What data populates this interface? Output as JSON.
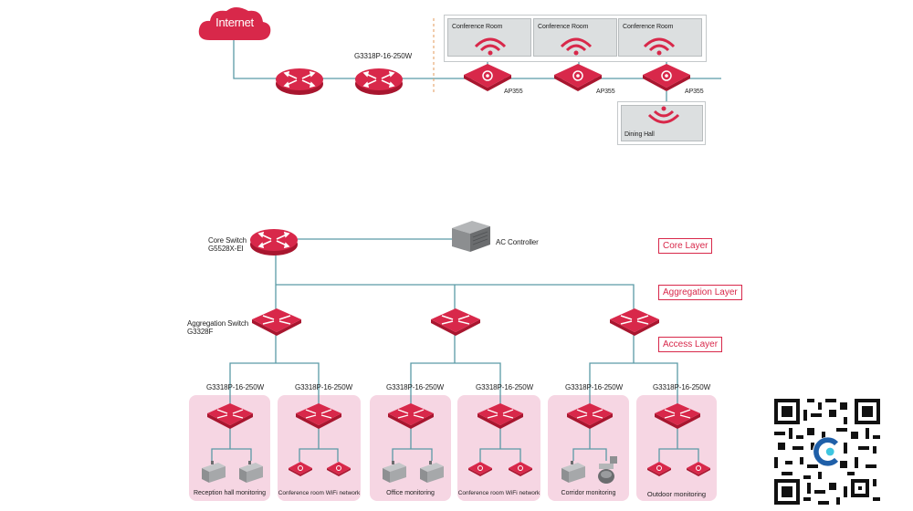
{
  "top": {
    "internet_label": "Internet",
    "switch_model": "G3318P-16-250W",
    "rooms": [
      {
        "label": "Conference Room",
        "ap_label": "AP355"
      },
      {
        "label": "Conference Room",
        "ap_label": "AP355"
      },
      {
        "label": "Conference Room",
        "ap_label": "AP355"
      }
    ],
    "dining_label": "Dining Hall"
  },
  "bottom": {
    "core_label_line1": "Core Switch",
    "core_label_line2": "G5528X-EI",
    "ac_controller_label": "AC Controller",
    "agg_label_line1": "Aggregation Switch",
    "agg_label_line2": "G3328F",
    "layers": {
      "core": "Core Layer",
      "aggregation": "Aggregation Layer",
      "access": "Access Layer"
    },
    "access_switches": [
      {
        "model": "G3318P-16-250W",
        "label": "Reception hall monitoring",
        "kind": "cameras"
      },
      {
        "model": "G3318P-16-250W",
        "label": "Conference room WiFi network",
        "kind": "aps"
      },
      {
        "model": "G3318P-16-250W",
        "label": "Office monitoring",
        "kind": "cameras"
      },
      {
        "model": "G3318P-16-250W",
        "label": "Conference room WiFi network",
        "kind": "aps"
      },
      {
        "model": "G3318P-16-250W",
        "label": "Corridor monitoring",
        "kind": "camera-dome"
      },
      {
        "model": "G3318P-16-250W",
        "label": "Outdoor monitoring",
        "kind": "aps"
      }
    ]
  },
  "colors": {
    "accent": "#d8284a",
    "line": "#5b9aa6",
    "card_bg": "#f6d6e3",
    "panel_bg": "#dcdfe0"
  },
  "icons": [
    "cloud-icon",
    "router-icon",
    "access-point-icon",
    "wifi-signal-icon",
    "server-icon",
    "camera-icon",
    "dome-camera-icon",
    "qr-code-icon"
  ]
}
